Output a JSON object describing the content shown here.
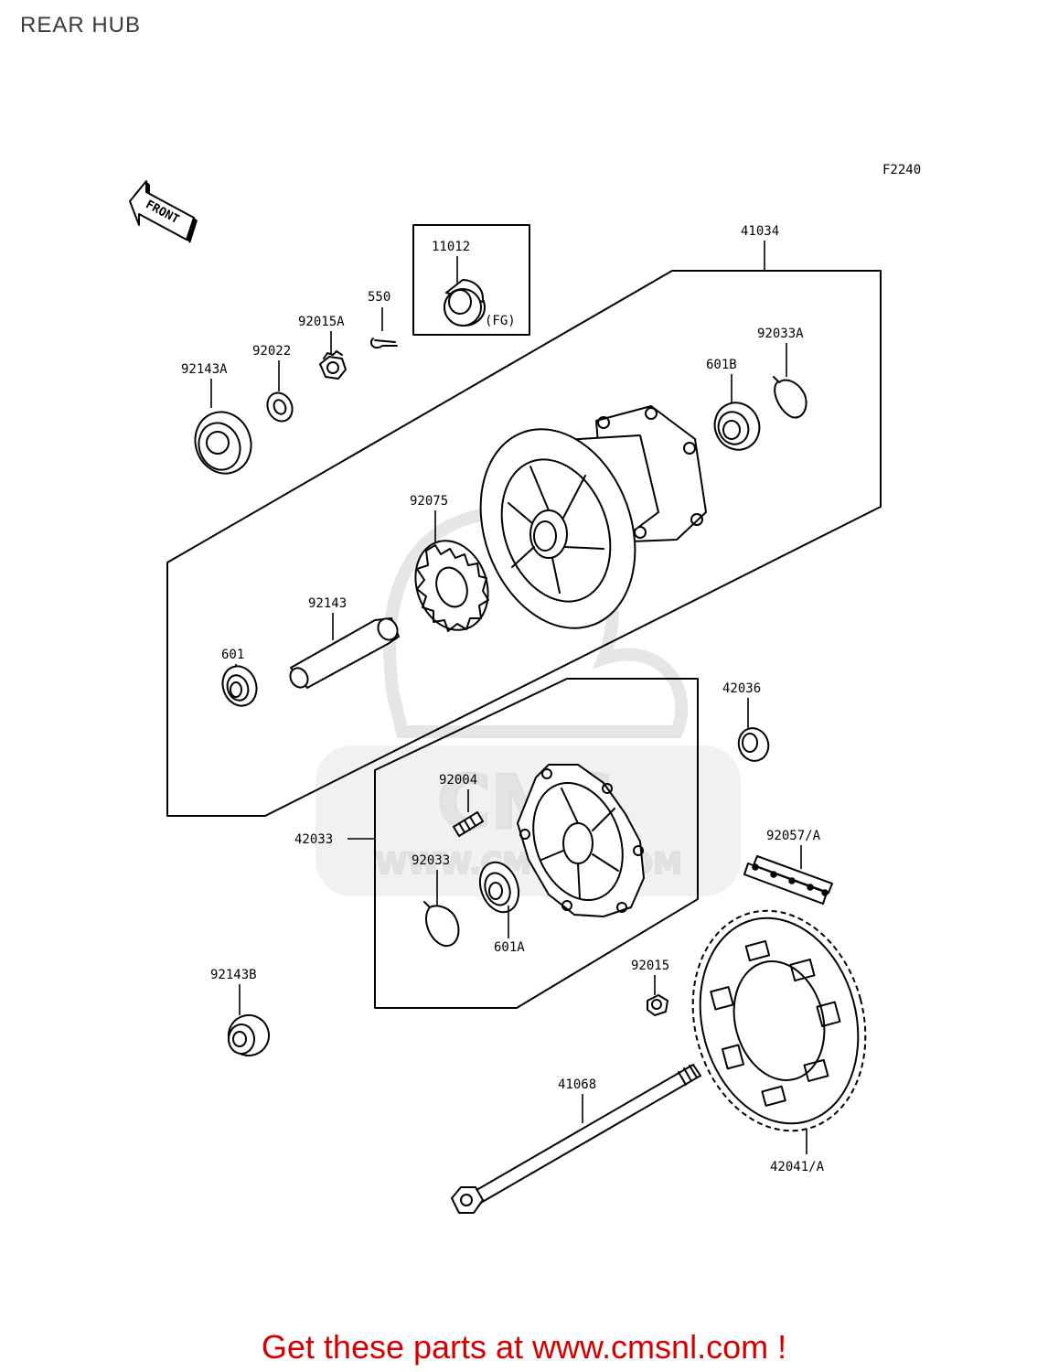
{
  "page": {
    "title": "REAR HUB",
    "figure_code": "F2240",
    "front_arrow_label": "FRONT",
    "footer_text": "Get these parts at www.cmsnl.com !",
    "watermark": {
      "brand": "CMS",
      "url": "WWW.CMSNL.COM"
    }
  },
  "parts": {
    "p11012": "11012",
    "fg_note": "(FG)",
    "p41034": "41034",
    "p550": "550",
    "p92015A": "92015A",
    "p92022": "92022",
    "p92143A": "92143A",
    "p92033A": "92033A",
    "p601B": "601B",
    "p92075": "92075",
    "p92143": "92143",
    "p601": "601",
    "p42036": "42036",
    "p92004": "92004",
    "p42033": "42033",
    "p92033": "92033",
    "p601A": "601A",
    "p92057A": "92057/A",
    "p92015": "92015",
    "p92143B": "92143B",
    "p41068": "41068",
    "p42041A": "42041/A"
  },
  "colors": {
    "footer": "#d40000",
    "title": "#3a3a3a",
    "watermark": "#e3e3e3",
    "line": "#000000"
  }
}
